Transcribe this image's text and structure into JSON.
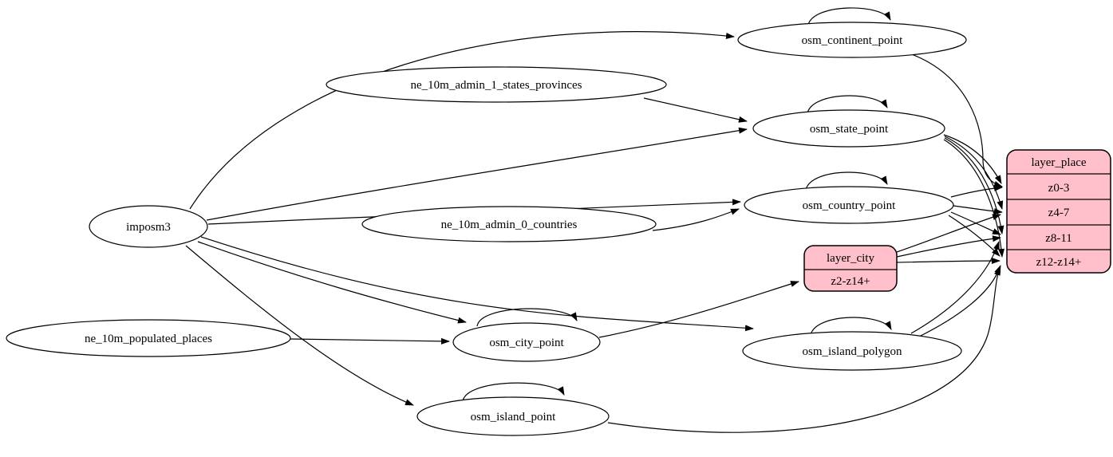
{
  "colors": {
    "record_fill": "#ffc0cb",
    "node_fill": "#ffffff",
    "stroke": "#000000",
    "background": "#ffffff"
  },
  "nodes": {
    "imposm3": {
      "label": "imposm3"
    },
    "ne_10m_admin_1_states_provinces": {
      "label": "ne_10m_admin_1_states_provinces"
    },
    "ne_10m_admin_0_countries": {
      "label": "ne_10m_admin_0_countries"
    },
    "ne_10m_populated_places": {
      "label": "ne_10m_populated_places"
    },
    "osm_continent_point": {
      "label": "osm_continent_point"
    },
    "osm_state_point": {
      "label": "osm_state_point"
    },
    "osm_country_point": {
      "label": "osm_country_point"
    },
    "osm_city_point": {
      "label": "osm_city_point"
    },
    "osm_island_polygon": {
      "label": "osm_island_polygon"
    },
    "osm_island_point": {
      "label": "osm_island_point"
    }
  },
  "records": {
    "layer_place": {
      "title": "layer_place",
      "rows": [
        "z0-3",
        "z4-7",
        "z8-11",
        "z12-z14+"
      ]
    },
    "layer_city": {
      "title": "layer_city",
      "rows": [
        "z2-z14+"
      ]
    }
  },
  "edges": [
    "imposm3 -> osm_continent_point",
    "imposm3 -> osm_state_point",
    "imposm3 -> osm_country_point",
    "imposm3 -> osm_city_point",
    "imposm3 -> osm_island_polygon",
    "imposm3 -> osm_island_point",
    "ne_10m_admin_1_states_provinces -> osm_state_point",
    "ne_10m_admin_0_countries -> osm_country_point",
    "ne_10m_populated_places -> osm_city_point",
    "osm_continent_point -> osm_continent_point",
    "osm_state_point -> osm_state_point",
    "osm_country_point -> osm_country_point",
    "osm_city_point -> osm_city_point",
    "osm_island_polygon -> osm_island_polygon",
    "osm_island_point -> osm_island_point",
    "osm_continent_point -> layer_place:z0-3",
    "osm_state_point -> layer_place:z0-3",
    "osm_state_point -> layer_place:z4-7",
    "osm_state_point -> layer_place:z8-11",
    "osm_state_point -> layer_place:z12-z14+",
    "osm_country_point -> layer_place:z0-3",
    "osm_country_point -> layer_place:z4-7",
    "osm_country_point -> layer_place:z8-11",
    "osm_country_point -> layer_place:z12-z14+",
    "osm_city_point -> layer_city:z2-z14+",
    "layer_city -> layer_place:z4-7",
    "layer_city -> layer_place:z8-11",
    "layer_city -> layer_place:z12-z14+",
    "osm_island_polygon -> layer_place:z8-11",
    "osm_island_polygon -> layer_place:z12-z14+",
    "osm_island_point -> layer_place:z12-z14+"
  ]
}
